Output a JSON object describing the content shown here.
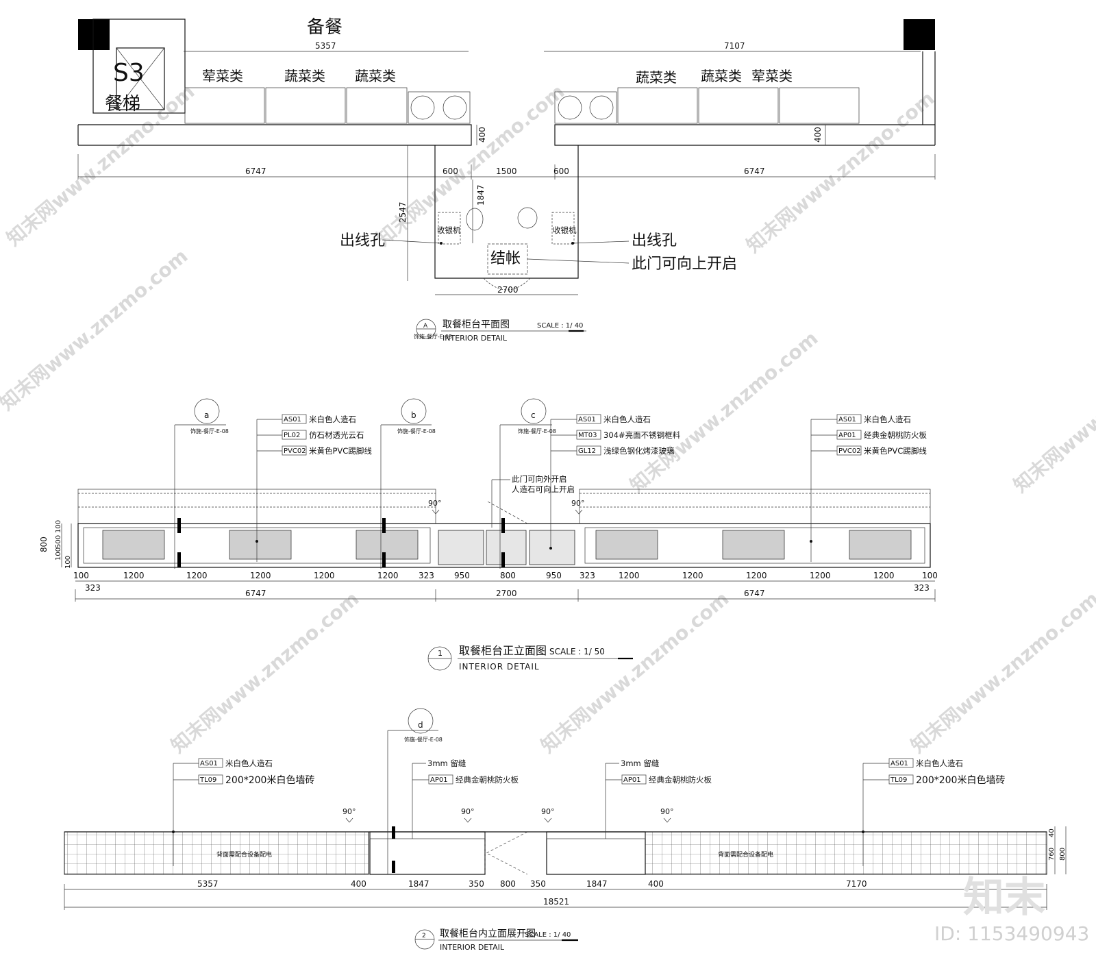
{
  "plan": {
    "top_label": "备餐",
    "elevator_code": "S3",
    "elevator_label": "餐梯",
    "dims_top": [
      "5357",
      "7107"
    ],
    "category_labels": [
      "荤菜类",
      "蔬菜类",
      "蔬菜类",
      "蔬菜类",
      "蔬菜类",
      "荤菜类"
    ],
    "dims_row": [
      "6747",
      "600",
      "1500",
      "600",
      "6747"
    ],
    "dim_400": "400",
    "dim_2547": "2547",
    "dim_1847": "1847",
    "dim_2700": "2700",
    "cashier": "收银机",
    "checkout": "结帐",
    "cable_hole": "出线孔",
    "door_note": "此门可向上开启",
    "title_marker": "A",
    "title_ref": "饰施-餐厅-E-08",
    "title": "取餐柜台平面图",
    "scale": "SCALE : 1/ 40",
    "subtitle": "INTERIOR  DETAIL"
  },
  "front": {
    "callouts": [
      {
        "id": "a",
        "ref": "饰施-餐厅-E-08"
      },
      {
        "id": "b",
        "ref": "饰施-餐厅-E-08"
      },
      {
        "id": "c",
        "ref": "饰施-餐厅-E-08"
      }
    ],
    "notes_left": [
      {
        "code": "AS01",
        "text": "米白色人造石"
      },
      {
        "code": "PL02",
        "text": "仿石材透光云石"
      },
      {
        "code": "PVC02",
        "text": "米黄色PVC踢脚线"
      }
    ],
    "notes_mid": [
      {
        "code": "AS01",
        "text": "米白色人造石"
      },
      {
        "code": "MT03",
        "text": "304#亮面不锈钢框料"
      },
      {
        "code": "GL12",
        "text": "浅绿色钢化烤漆玻璃"
      }
    ],
    "notes_right": [
      {
        "code": "AS01",
        "text": "米白色人造石"
      },
      {
        "code": "AP01",
        "text": "经典金朝桃防火板"
      },
      {
        "code": "PVC02",
        "text": "米黄色PVC踢脚线"
      }
    ],
    "door_note_1": "此门可向外开启",
    "door_note_2": "人造石可向上开启",
    "angle": "90°",
    "vert_dims": [
      "800",
      "100",
      "500",
      "100",
      "100"
    ],
    "dims_row1": [
      "100",
      "1200",
      "1200",
      "1200",
      "1200",
      "1200",
      "323",
      "950",
      "800",
      "950",
      "323",
      "1200",
      "1200",
      "1200",
      "1200",
      "1200",
      "100"
    ],
    "dims_row2_left": "323",
    "dims_row2_right": "323",
    "dims_row3": [
      "6747",
      "2700",
      "6747"
    ],
    "title_marker": "1",
    "title": "取餐柜台正立面图",
    "scale": "SCALE : 1/ 50",
    "subtitle": "INTERIOR  DETAIL"
  },
  "inner": {
    "callout": {
      "id": "d",
      "ref": "饰施-餐厅-E-08"
    },
    "notes_left": [
      {
        "code": "AS01",
        "text": "米白色人造石"
      },
      {
        "code": "TL09",
        "text": "200*200米白色墙砖"
      }
    ],
    "seam_left": "3mm 留缝",
    "board_left": {
      "code": "AP01",
      "text": "经典金朝桃防火板"
    },
    "seam_right": "3mm 留缝",
    "board_right": {
      "code": "AP01",
      "text": "经典金朝桃防火板"
    },
    "notes_right": [
      {
        "code": "AS01",
        "text": "米白色人造石"
      },
      {
        "code": "TL09",
        "text": "200*200米白色墙砖"
      }
    ],
    "angle": "90°",
    "panel_note": "背面需配合设备配电",
    "vert_dims": [
      "40",
      "760",
      "800"
    ],
    "dims_row1": [
      "5357",
      "400",
      "1847",
      "350",
      "800",
      "350",
      "1847",
      "400",
      "7170"
    ],
    "dims_total": "18521",
    "title_marker": "2",
    "title": "取餐柜台内立面展开图",
    "scale": "SCALE : 1/ 40",
    "subtitle": "INTERIOR  DETAIL"
  },
  "watermark": {
    "text": "知末网www.znzmo.com",
    "logo": "知末",
    "id": "ID: 1153490943"
  }
}
